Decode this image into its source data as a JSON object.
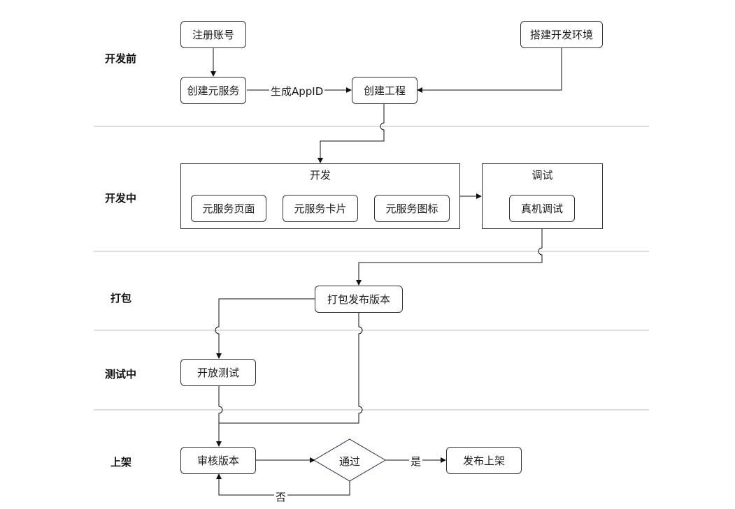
{
  "stages": {
    "before": "开发前",
    "during": "开发中",
    "package": "打包",
    "testing": "测试中",
    "release": "上架"
  },
  "nodes": {
    "register": "注册账号",
    "setup_env": "搭建开发环境",
    "create_service": "创建元服务",
    "create_project": "创建工程",
    "dev_page": "元服务页面",
    "dev_card": "元服务卡片",
    "dev_icon": "元服务图标",
    "real_device_debug": "真机调试",
    "package_release": "打包发布版本",
    "open_test": "开放测试",
    "review": "审核版本",
    "pass": "通过",
    "publish": "发布上架"
  },
  "groups": {
    "develop": "开发",
    "debug": "调试"
  },
  "edge_labels": {
    "generate_appid": "生成AppID",
    "yes": "是",
    "no": "否"
  }
}
